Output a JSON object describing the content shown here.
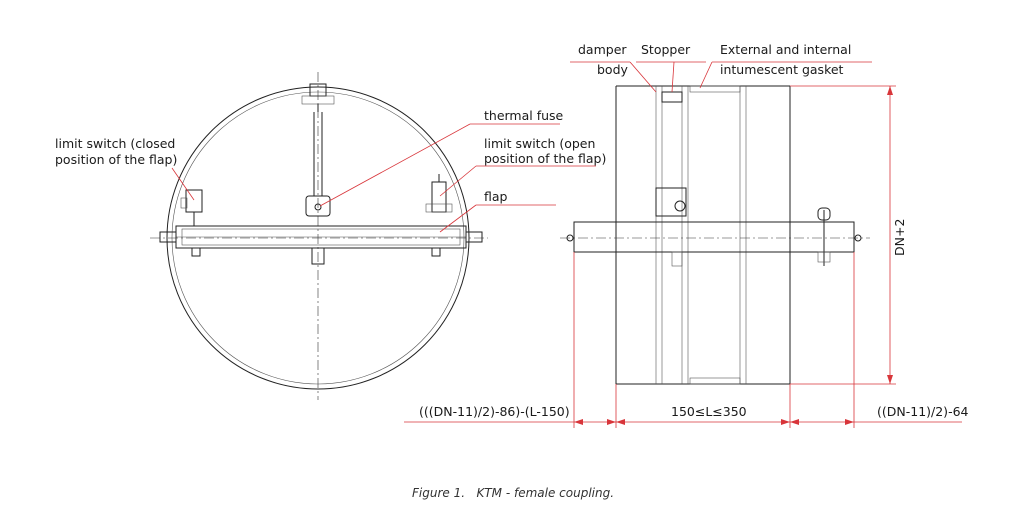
{
  "labels": {
    "limit_switch_closed_1": "limit switch (closed",
    "limit_switch_closed_2": "position of the flap)",
    "thermal_fuse": "thermal fuse",
    "limit_switch_open_1": "limit switch (open",
    "limit_switch_open_2": "position of the flap)",
    "flap": "flap",
    "damper_body_1": "damper",
    "damper_body_2": "body",
    "stopper": "Stopper",
    "gasket_1": "External and internal",
    "gasket_2": "intumescent gasket"
  },
  "dimensions": {
    "left": "(((DN-11)/2)-86)-(L-150)",
    "middle": "150≤L≤350",
    "right": "((DN-11)/2)-64",
    "height": "DN+2"
  },
  "caption": "Figure 1.   KTM - female coupling.",
  "colors": {
    "leader": "#d8353a",
    "line": "#222222"
  }
}
